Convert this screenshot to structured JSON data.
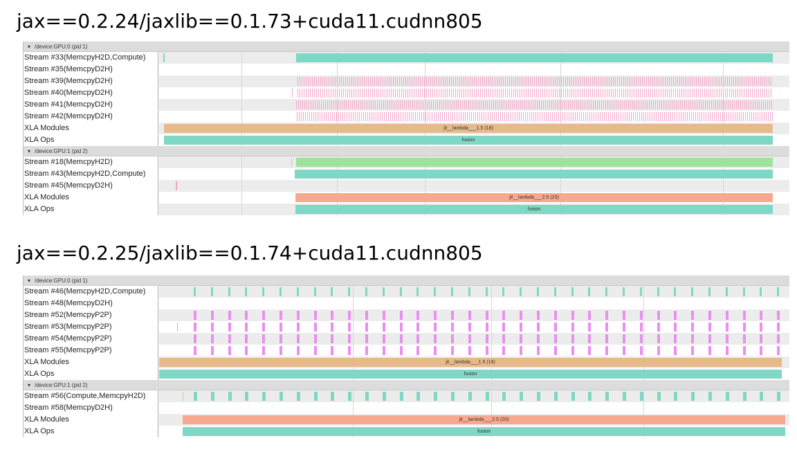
{
  "colors": {
    "teal": "#7fd8c6",
    "pink": "#f4a3c8",
    "magenta": "#ea8ef0",
    "green": "#9ee29c",
    "orange": "#e8b98a",
    "salmon": "#f6a98f",
    "header_bg": "#dcdcdc"
  },
  "top": {
    "title": "jax==0.2.24/jaxlib==0.1.73+cuda11.cudnn805",
    "gpu0": {
      "header": "/device:GPU:0 (pid 1)",
      "rows": [
        {
          "label": "Stream #33(MemcpyH2D,Compute)"
        },
        {
          "label": "Stream #35(MemcpyD2H)"
        },
        {
          "label": "Stream #39(MemcpyD2H)"
        },
        {
          "label": "Stream #40(MemcpyD2H)"
        },
        {
          "label": "Stream #41(MemcpyD2H)"
        },
        {
          "label": "Stream #42(MemcpyD2H)"
        },
        {
          "label": "XLA Modules",
          "bar_text": "jit__lambda___1.5 (18)"
        },
        {
          "label": "XLA Ops",
          "bar_text": "fusion"
        }
      ]
    },
    "gpu1": {
      "header": "/device:GPU:1 (pid 2)",
      "rows": [
        {
          "label": "Stream #18(MemcpyH2D)"
        },
        {
          "label": "Stream #43(MemcpyH2D,Compute)"
        },
        {
          "label": "Stream #45(MemcpyD2H)"
        },
        {
          "label": "XLA Modules",
          "bar_text": "jit__lambda___2.5 (20)"
        },
        {
          "label": "XLA Ops",
          "bar_text": "fusion"
        }
      ]
    }
  },
  "bottom": {
    "title": "jax==0.2.25/jaxlib==0.1.74+cuda11.cudnn805",
    "gpu0": {
      "header": "/device:GPU:0 (pid 1)",
      "rows": [
        {
          "label": "Stream #46(MemcpyH2D,Compute)"
        },
        {
          "label": "Stream #48(MemcpyD2H)"
        },
        {
          "label": "Stream #52(MemcpyP2P)"
        },
        {
          "label": "Stream #53(MemcpyP2P)"
        },
        {
          "label": "Stream #54(MemcpyP2P)"
        },
        {
          "label": "Stream #55(MemcpyP2P)"
        },
        {
          "label": "XLA Modules",
          "bar_text": "jit__lambda___1.5 (18)"
        },
        {
          "label": "XLA Ops",
          "bar_text": "fusion"
        }
      ]
    },
    "gpu1": {
      "header": "/device:GPU:1 (pid 2)",
      "rows": [
        {
          "label": "Stream #56(Compute,MemcpyH2D)"
        },
        {
          "label": "Stream #58(MemcpyD2H)"
        },
        {
          "label": "XLA Modules",
          "bar_text": "jit__lambda___2.5 (20)"
        },
        {
          "label": "XLA Ops",
          "bar_text": "fusion"
        }
      ]
    }
  }
}
